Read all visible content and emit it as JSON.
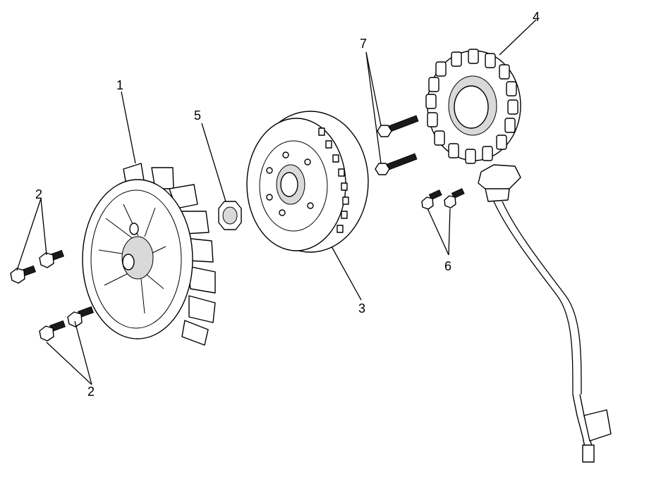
{
  "diagram": {
    "callouts": [
      {
        "id": "1",
        "label": "1"
      },
      {
        "id": "2a",
        "label": "2"
      },
      {
        "id": "2b",
        "label": "2"
      },
      {
        "id": "3",
        "label": "3"
      },
      {
        "id": "4",
        "label": "4"
      },
      {
        "id": "5",
        "label": "5"
      },
      {
        "id": "6",
        "label": "6"
      },
      {
        "id": "7",
        "label": "7"
      }
    ]
  }
}
